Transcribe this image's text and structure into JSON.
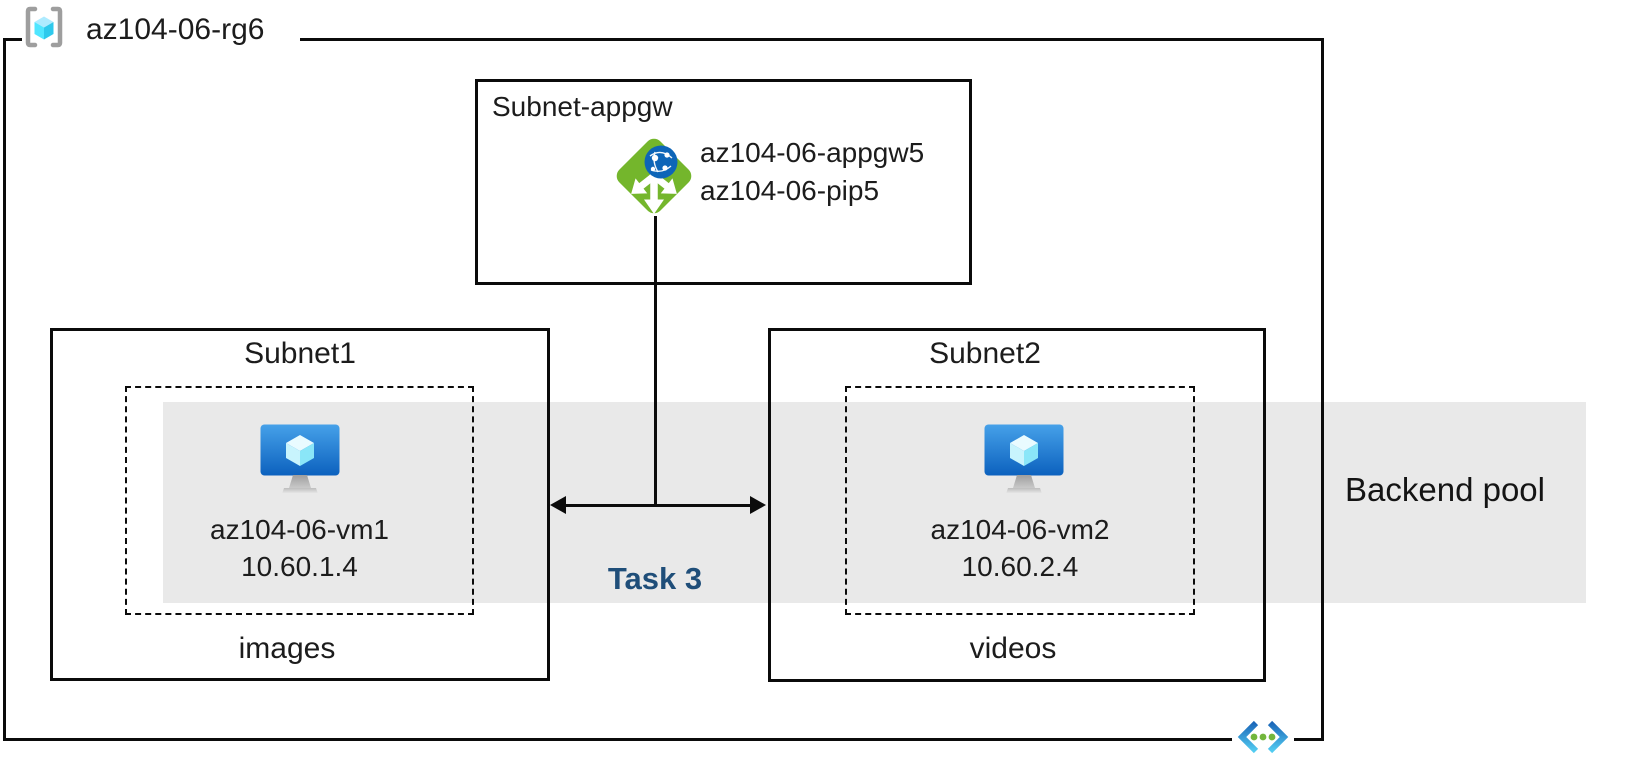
{
  "diagram": {
    "resource_group": {
      "name": "az104-06-rg6"
    },
    "appgw_subnet": {
      "title": "Subnet-appgw",
      "gateway_name": "az104-06-appgw5",
      "public_ip_name": "az104-06-pip5"
    },
    "subnet1": {
      "title": "Subnet1",
      "vm_name": "az104-06-vm1",
      "vm_ip": "10.60.1.4",
      "caption": "images"
    },
    "subnet2": {
      "title": "Subnet2",
      "vm_name": "az104-06-vm2",
      "vm_ip": "10.60.2.4",
      "caption": "videos"
    },
    "backend_pool_label": "Backend pool",
    "task_label": "Task 3",
    "icons": {
      "resource_group": "resource-group-icon",
      "application_gateway": "application-gateway-icon",
      "virtual_machine": "virtual-machine-icon",
      "virtual_network": "virtual-network-icon"
    },
    "colors": {
      "band_gray": "#E9E9E9",
      "task_blue": "#1F4E79",
      "appgw_green": "#74B62C",
      "globe_blue": "#0D65B8",
      "vm_blue_top": "#46A1E9",
      "vm_blue_bottom": "#0C61BE",
      "cube_cyan": "#50E6FF",
      "line_black": "#0B0B0B"
    }
  }
}
